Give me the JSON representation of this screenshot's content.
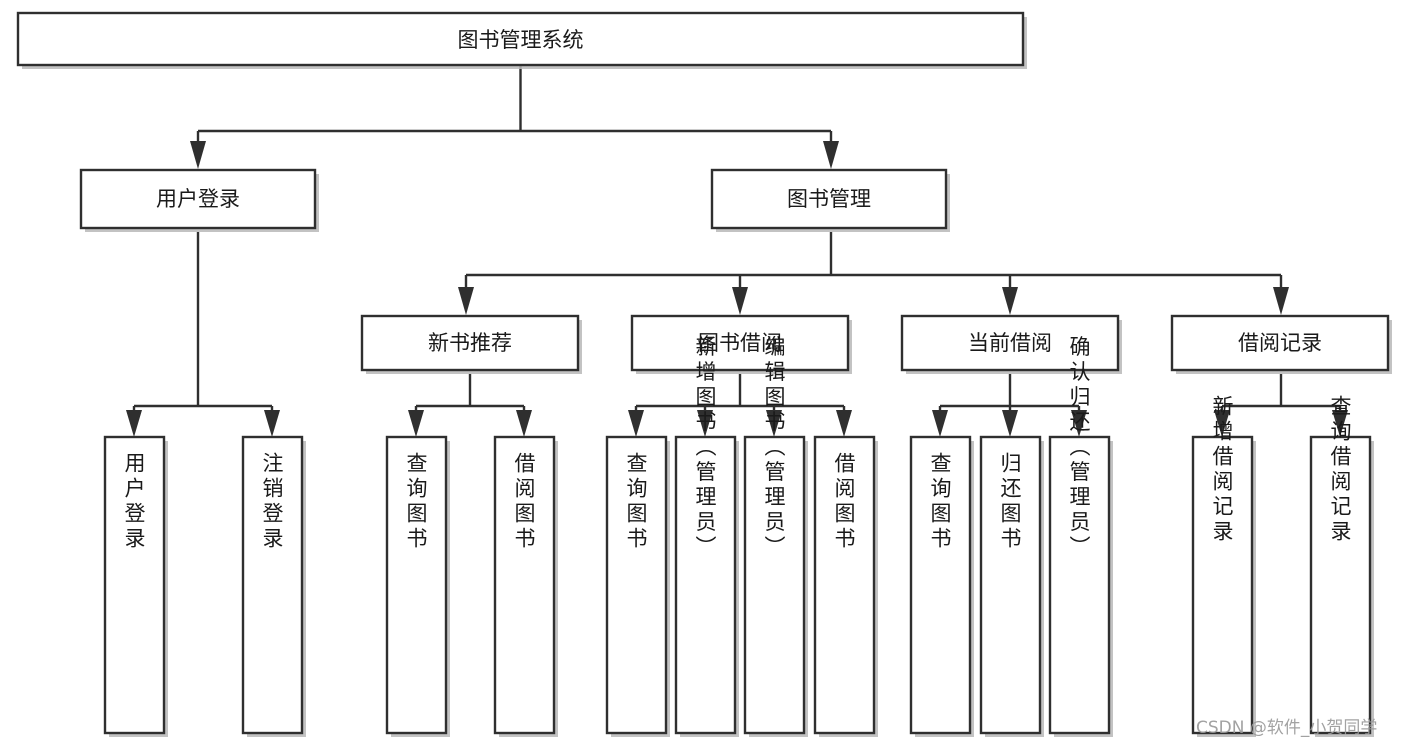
{
  "diagram": {
    "title": "图书管理系统",
    "type": "hierarchy-tree",
    "watermark": "CSDN @软件_小贺同学",
    "root": {
      "id": "root",
      "label": "图书管理系统",
      "orientation": "horizontal"
    },
    "level2": [
      {
        "id": "user-login",
        "label": "用户登录",
        "orientation": "horizontal"
      },
      {
        "id": "book-management",
        "label": "图书管理",
        "orientation": "horizontal"
      }
    ],
    "level3": [
      {
        "id": "new-book-recommend",
        "label": "新书推荐",
        "orientation": "horizontal",
        "parent": "book-management"
      },
      {
        "id": "book-borrow",
        "label": "图书借阅",
        "orientation": "horizontal",
        "parent": "book-management"
      },
      {
        "id": "current-borrow",
        "label": "当前借阅",
        "orientation": "horizontal",
        "parent": "book-management"
      },
      {
        "id": "borrow-record",
        "label": "借阅记录",
        "orientation": "horizontal",
        "parent": "book-management"
      }
    ],
    "leaves": [
      {
        "id": "leaf-user-login",
        "label": "用户登录",
        "orientation": "vertical",
        "parent": "user-login"
      },
      {
        "id": "leaf-logout-login",
        "label": "注销登录",
        "orientation": "vertical",
        "parent": "user-login"
      },
      {
        "id": "leaf-query-book-1",
        "label": "查询图书",
        "orientation": "vertical",
        "parent": "new-book-recommend"
      },
      {
        "id": "leaf-borrow-book-1",
        "label": "借阅图书",
        "orientation": "vertical",
        "parent": "new-book-recommend"
      },
      {
        "id": "leaf-query-book-2",
        "label": "查询图书",
        "orientation": "vertical",
        "parent": "book-borrow"
      },
      {
        "id": "leaf-add-book",
        "label": "新增图书（管理员）",
        "orientation": "vertical",
        "parent": "book-borrow"
      },
      {
        "id": "leaf-edit-book",
        "label": "编辑图书（管理员）",
        "orientation": "vertical",
        "parent": "book-borrow"
      },
      {
        "id": "leaf-borrow-book-2",
        "label": "借阅图书",
        "orientation": "vertical",
        "parent": "book-borrow"
      },
      {
        "id": "leaf-query-book-3",
        "label": "查询图书",
        "orientation": "vertical",
        "parent": "current-borrow"
      },
      {
        "id": "leaf-return-book",
        "label": "归还图书",
        "orientation": "vertical",
        "parent": "current-borrow"
      },
      {
        "id": "leaf-confirm-return",
        "label": "确认归还（管理员）",
        "orientation": "vertical",
        "parent": "current-borrow"
      },
      {
        "id": "leaf-add-record",
        "label": "新增借阅记录",
        "orientation": "vertical",
        "parent": "borrow-record"
      },
      {
        "id": "leaf-query-record",
        "label": "查询借阅记录",
        "orientation": "vertical",
        "parent": "borrow-record"
      }
    ],
    "colors": {
      "background": "#ffffff",
      "box_fill": "#ffffff",
      "box_stroke": "#2f2f2f",
      "text": "#1a1a1a",
      "watermark": "#9b9b9b"
    }
  }
}
